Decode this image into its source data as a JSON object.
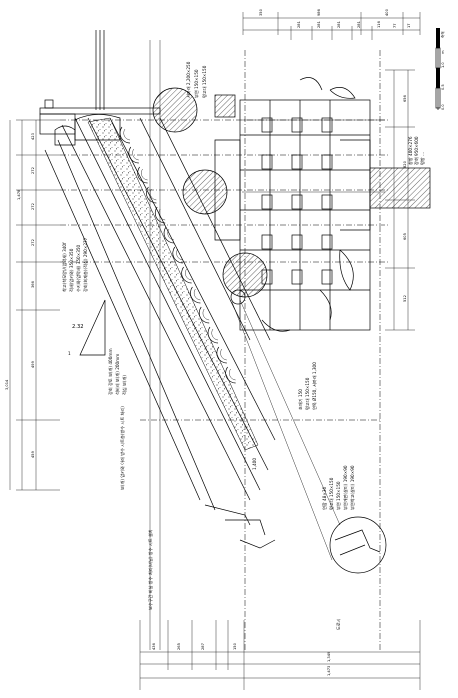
{
  "dimensions_top": [
    "350",
    "986",
    "400",
    "281",
    "281",
    "281",
    "281",
    "116",
    "77",
    "17"
  ],
  "dimensions_left": [
    "423",
    "272",
    "272",
    "272",
    "366",
    "499",
    "459"
  ],
  "dimension_left_total": "3,014",
  "dimension_left_partial": "1,478",
  "dimensions_bottom": [
    "436",
    "265",
    "287",
    "150"
  ],
  "dimension_bottom_total": "1,473",
  "dimension_bottom_partial": "1,349",
  "dimensions_right": [
    "656",
    "820",
    "605",
    "512"
  ],
  "slope": {
    "ratio": "2.32",
    "unit": "1"
  },
  "scale_bar": {
    "label": "축척",
    "marks": [
      "0.0",
      "0.5",
      "1.0"
    ],
    "unit": "m"
  },
  "labels": [
    "서까래 2,200×250",
    "부연 150×150",
    "평고대 150×150"
  ],
  "labels_left": [
    "착고(착모양)/(암막새) 340f",
    "적새(암키와) 350×350",
    "수키와(암막새) 350×350",
    "강회(회재층)(적심) 290×277"
  ],
  "labels_mid": [
    "강회 강토 보(개) 400mm",
    "석비레 보(개) 200mm",
    "적심 보(개)"
  ],
  "labels_center": "보(개) 암키와 아래 방수 시트층(방수 시트 처리)",
  "labels_bottom_center": "보수구간 비닐 방수 처리(비닐) 방수 시트 설치",
  "labels_right_block": [
    "연함 48×36",
    "평고대 150×150",
    "부연 150×150",
    "부연개판(살미) 190×90",
    "부연착고(살미) 190×90"
  ],
  "labels_right_top": [
    "초매기 150",
    "평고대 150×150",
    "연목 Ø150, 서까래 1,300"
  ],
  "labels_right_mid": [
    "창방 400×276",
    "장혀 950×600",
    "평방 ..."
  ],
  "label_bottom_right": "도로시",
  "label_mid_callout": "1,400"
}
